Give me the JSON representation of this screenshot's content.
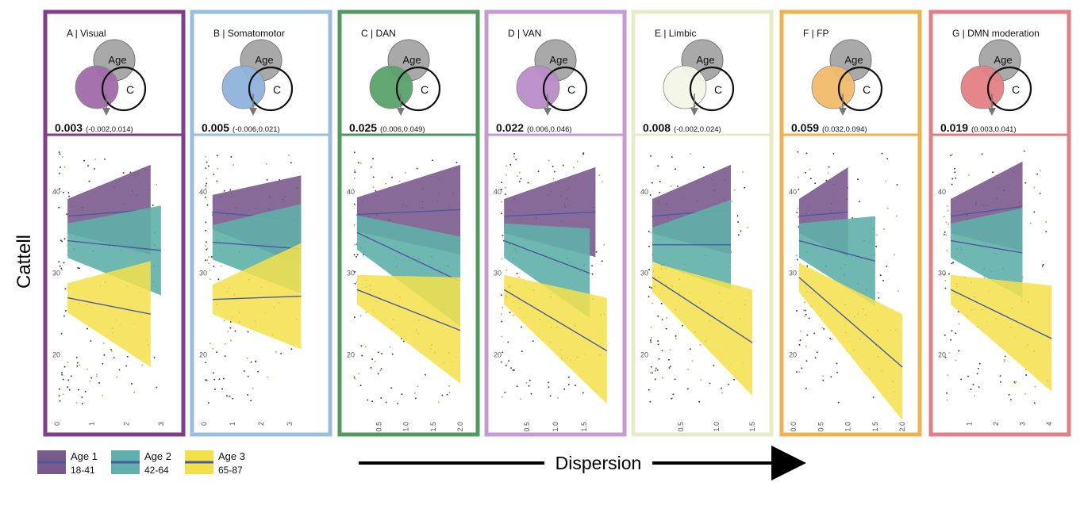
{
  "ylabel": "Cattell",
  "xlabel": "Dispersion",
  "colors": {
    "age1": "#7a5a8c",
    "age2": "#5fb0aa",
    "age3": "#f4e14a",
    "fitline": "#4a5aa0",
    "arrow": "#000000"
  },
  "age_legend": [
    {
      "line1": "Age 1",
      "line2": "18-41",
      "color": "#7a5a8c"
    },
    {
      "line1": "Age 2",
      "line2": "42-64",
      "color": "#5fb0aa"
    },
    {
      "line1": "Age 3",
      "line2": "65-87",
      "color": "#f4e14a"
    }
  ],
  "venn_labels": {
    "age": "Age",
    "c": "C"
  },
  "chart_data": [
    {
      "type": "scatter",
      "title": "A | Visual",
      "network_color": "#a06aaa",
      "border_color": "#7f3d8c",
      "effect": "0.003",
      "ci": "(-0.002,0.014)",
      "xlim": [
        0,
        3.3
      ],
      "ylim": [
        12,
        46
      ],
      "xticks": [
        "0",
        "1",
        "2",
        "3"
      ],
      "yticks": [
        "40",
        "30",
        "20"
      ],
      "series": [
        {
          "name": "Age 1",
          "line": [
            [
              0.3,
              37.0
            ],
            [
              2.7,
              37.8
            ]
          ]
        },
        {
          "name": "Age 2",
          "line": [
            [
              0.3,
              34.0
            ],
            [
              3.0,
              32.8
            ]
          ]
        },
        {
          "name": "Age 3",
          "line": [
            [
              0.3,
              27.0
            ],
            [
              2.7,
              25.0
            ]
          ]
        }
      ]
    },
    {
      "type": "scatter",
      "title": "B | Somatomotor",
      "network_color": "#8fb3dc",
      "border_color": "#9bbde0",
      "effect": "0.005",
      "ci": "(-0.006,0.021)",
      "xlim": [
        0,
        4.0
      ],
      "ylim": [
        12,
        46
      ],
      "xticks": [
        "0",
        "1",
        "2",
        "3"
      ],
      "yticks": [
        "40",
        "30",
        "20"
      ],
      "series": [
        {
          "name": "Age 1",
          "line": [
            [
              0.3,
              37.5
            ],
            [
              3.4,
              36.5
            ]
          ]
        },
        {
          "name": "Age 2",
          "line": [
            [
              0.3,
              33.8
            ],
            [
              3.4,
              33.0
            ]
          ]
        },
        {
          "name": "Age 3",
          "line": [
            [
              0.3,
              26.8
            ],
            [
              3.4,
              27.2
            ]
          ]
        }
      ]
    },
    {
      "type": "scatter",
      "title": "C | DAN",
      "network_color": "#5aa26a",
      "border_color": "#4f9a5c",
      "effect": "0.025",
      "ci": "(0.006,0.049)",
      "xlim": [
        0,
        2.1
      ],
      "ylim": [
        12,
        46
      ],
      "xticks": [
        "0.5",
        "1.0",
        "1.5",
        "2.0"
      ],
      "yticks": [
        "40",
        "30",
        "20"
      ],
      "series": [
        {
          "name": "Age 1",
          "line": [
            [
              0.1,
              37.2
            ],
            [
              2.0,
              37.8
            ]
          ]
        },
        {
          "name": "Age 2",
          "line": [
            [
              0.1,
              35.0
            ],
            [
              2.0,
              29.0
            ]
          ]
        },
        {
          "name": "Age 3",
          "line": [
            [
              0.1,
              28.0
            ],
            [
              2.0,
              23.0
            ]
          ]
        }
      ]
    },
    {
      "type": "scatter",
      "title": "D | VAN",
      "network_color": "#b98cc8",
      "border_color": "#c59bd2",
      "effect": "0.022",
      "ci": "(0.006,0.046)",
      "xlim": [
        0,
        2.0
      ],
      "ylim": [
        12,
        46
      ],
      "xticks": [
        "0.5",
        "1.0",
        "1.5"
      ],
      "yticks": [
        "40",
        "30",
        "20"
      ],
      "series": [
        {
          "name": "Age 1",
          "line": [
            [
              0.1,
              37.0
            ],
            [
              1.7,
              37.5
            ]
          ]
        },
        {
          "name": "Age 2",
          "line": [
            [
              0.1,
              34.0
            ],
            [
              1.6,
              30.0
            ]
          ]
        },
        {
          "name": "Age 3",
          "line": [
            [
              0.1,
              28.0
            ],
            [
              1.9,
              20.5
            ]
          ]
        }
      ]
    },
    {
      "type": "scatter",
      "title": "E | Limbic",
      "network_color": "#f3f7e6",
      "border_color": "#e4ecc6",
      "effect": "0.008",
      "ci": "(-0.002,0.024)",
      "xlim": [
        0,
        1.6
      ],
      "ylim": [
        12,
        46
      ],
      "xticks": [
        "0.5",
        "1.0",
        "1.5"
      ],
      "yticks": [
        "40",
        "30",
        "20"
      ],
      "series": [
        {
          "name": "Age 1",
          "line": [
            [
              0.1,
              37.0
            ],
            [
              1.2,
              37.8
            ]
          ]
        },
        {
          "name": "Age 2",
          "line": [
            [
              0.1,
              33.5
            ],
            [
              1.2,
              33.5
            ]
          ]
        },
        {
          "name": "Age 3",
          "line": [
            [
              0.1,
              29.5
            ],
            [
              1.5,
              21.5
            ]
          ]
        }
      ]
    },
    {
      "type": "scatter",
      "title": "F | FP",
      "network_color": "#f1bb6a",
      "border_color": "#f0b24f",
      "effect": "0.059",
      "ci": "(0.032,0.094)",
      "xlim": [
        0,
        2.1
      ],
      "ylim": [
        12,
        46
      ],
      "xticks": [
        "0.0",
        "0.5",
        "1.0",
        "1.5",
        "2.0"
      ],
      "yticks": [
        "40",
        "30",
        "20"
      ],
      "series": [
        {
          "name": "Age 1",
          "line": [
            [
              0.1,
              37.0
            ],
            [
              1.0,
              37.5
            ]
          ]
        },
        {
          "name": "Age 2",
          "line": [
            [
              0.1,
              34.0
            ],
            [
              1.5,
              31.5
            ]
          ]
        },
        {
          "name": "Age 3",
          "line": [
            [
              0.1,
              29.5
            ],
            [
              2.0,
              18.5
            ]
          ]
        }
      ]
    },
    {
      "type": "scatter",
      "title": "G | DMN moderation",
      "network_color": "#e47f84",
      "border_color": "#e07f86",
      "effect": "0.019",
      "ci": "(0.003,0.041)",
      "xlim": [
        0,
        4.3
      ],
      "ylim": [
        12,
        46
      ],
      "xticks": [
        "1",
        "2",
        "3",
        "4"
      ],
      "yticks": [
        "40",
        "30",
        "20"
      ],
      "series": [
        {
          "name": "Age 1",
          "line": [
            [
              0.3,
              37.0
            ],
            [
              3.0,
              38.2
            ]
          ]
        },
        {
          "name": "Age 2",
          "line": [
            [
              0.3,
              34.0
            ],
            [
              3.0,
              32.5
            ]
          ]
        },
        {
          "name": "Age 3",
          "line": [
            [
              0.3,
              28.0
            ],
            [
              4.1,
              22.0
            ]
          ]
        }
      ]
    }
  ]
}
